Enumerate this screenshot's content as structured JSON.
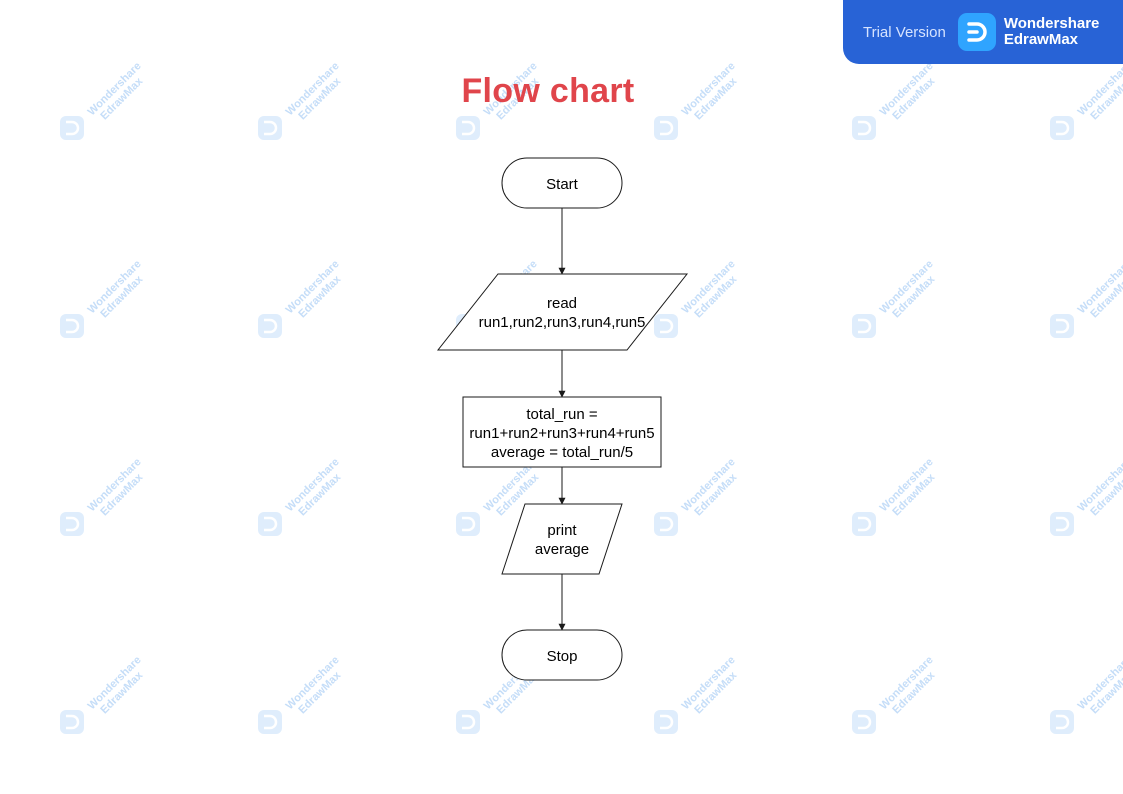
{
  "title": "Flow chart",
  "colors": {
    "title": "#e0454b",
    "banner_bg": "#2863d6",
    "watermark": "#7fb6f0"
  },
  "banner": {
    "trial_label": "Trial Version",
    "brand_line1": "Wondershare",
    "brand_line2": "EdrawMax"
  },
  "watermark": {
    "line1": "Wondershare",
    "line2": "EdrawMax"
  },
  "flowchart": {
    "nodes": [
      {
        "id": "start",
        "kind": "terminator",
        "lines": [
          "Start"
        ]
      },
      {
        "id": "read",
        "kind": "input-output",
        "lines": [
          "read",
          "run1,run2,run3,run4,run5"
        ]
      },
      {
        "id": "compute",
        "kind": "process",
        "lines": [
          "total_run =",
          "run1+run2+run3+run4+run5",
          "average = total_run/5"
        ]
      },
      {
        "id": "print",
        "kind": "input-output",
        "lines": [
          "print",
          "average"
        ]
      },
      {
        "id": "stop",
        "kind": "terminator",
        "lines": [
          "Stop"
        ]
      }
    ],
    "edges": [
      {
        "from": "start",
        "to": "read"
      },
      {
        "from": "read",
        "to": "compute"
      },
      {
        "from": "compute",
        "to": "print"
      },
      {
        "from": "print",
        "to": "stop"
      }
    ]
  }
}
